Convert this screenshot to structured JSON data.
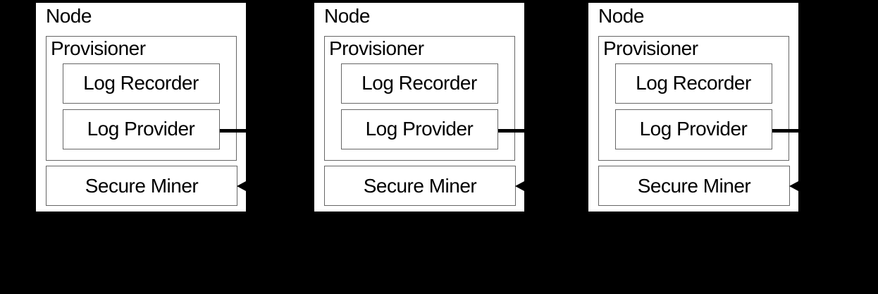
{
  "diagram": {
    "description": "Three identical Node boxes on a black background; each contains a Provisioner (with Log Recorder and Log Provider) and a Secure Miner; a thick connector line exits each Log Provider to the right and an arrowhead enters each Secure Miner from the right edge of the node.",
    "colors": {
      "background": "#000000",
      "box_fill": "#ffffff",
      "node_border": "#000000",
      "inner_border": "#666666",
      "connector": "#000000",
      "text": "#000000"
    },
    "nodes": [
      {
        "title": "Node",
        "provisioner": {
          "label": "Provisioner",
          "log_recorder": "Log Recorder",
          "log_provider": "Log Provider"
        },
        "secure_miner": "Secure Miner",
        "connectors": {
          "log_provider_line_out": "right",
          "secure_miner_arrow_in": "right"
        }
      },
      {
        "title": "Node",
        "provisioner": {
          "label": "Provisioner",
          "log_recorder": "Log Recorder",
          "log_provider": "Log Provider"
        },
        "secure_miner": "Secure Miner",
        "connectors": {
          "log_provider_line_out": "right",
          "secure_miner_arrow_in": "right"
        }
      },
      {
        "title": "Node",
        "provisioner": {
          "label": "Provisioner",
          "log_recorder": "Log Recorder",
          "log_provider": "Log Provider"
        },
        "secure_miner": "Secure Miner",
        "connectors": {
          "log_provider_line_out": "right",
          "secure_miner_arrow_in": "right"
        }
      }
    ]
  }
}
